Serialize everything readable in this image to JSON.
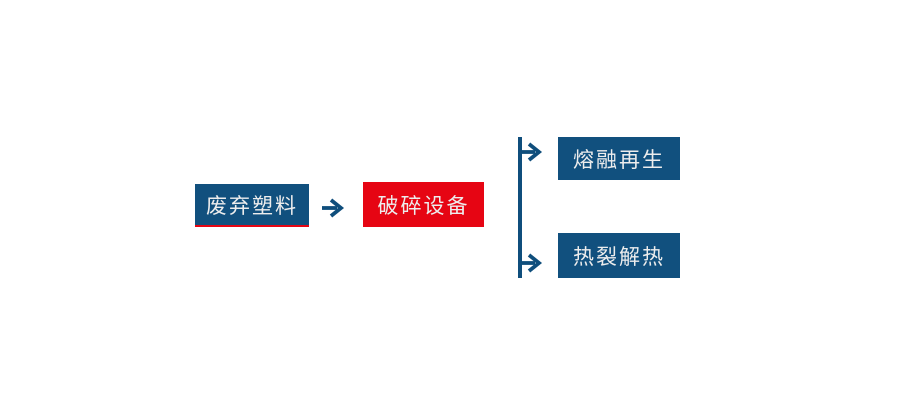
{
  "diagram": {
    "title_hint": "waste-plastic-recycling-flowchart",
    "background_color": "#ffffff",
    "colors": {
      "primary_blue": "#11507e",
      "connector_blue": "#0f4e7c",
      "accent_red": "#e60513",
      "text_light": "#ededed"
    },
    "nodes": {
      "waste_plastic": {
        "label": "废弃塑料",
        "color": "#11507e",
        "accent_bottom_border": "#e60513"
      },
      "crushing_equipment": {
        "label": "破碎设备",
        "color": "#e60513"
      },
      "melt_regeneration": {
        "label": "熔融再生",
        "color": "#11507e"
      },
      "pyrolysis_heat": {
        "label": "热裂解热",
        "color": "#11507e"
      }
    },
    "connectors": {
      "main_arrow": {
        "icon": "arrow-right-icon",
        "from": "waste_plastic",
        "to": "crushing_equipment"
      },
      "branch_line": {
        "icon": "vertical-branch-line",
        "orientation": "vertical"
      },
      "branch_arrow_top": {
        "icon": "arrow-right-icon",
        "to": "melt_regeneration"
      },
      "branch_arrow_bottom": {
        "icon": "arrow-right-icon",
        "to": "pyrolysis_heat"
      }
    }
  }
}
